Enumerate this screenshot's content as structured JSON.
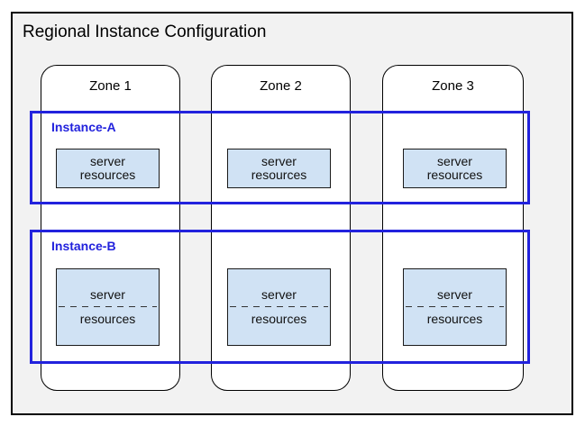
{
  "diagram": {
    "title": "Regional Instance Configuration",
    "zones": [
      {
        "label": "Zone 1"
      },
      {
        "label": "Zone 2"
      },
      {
        "label": "Zone 3"
      }
    ],
    "instances": [
      {
        "label": "Instance-A",
        "servers": [
          {
            "line1": "server",
            "line2": "resources"
          },
          {
            "line1": "server",
            "line2": "resources"
          },
          {
            "line1": "server",
            "line2": "resources"
          }
        ]
      },
      {
        "label": "Instance-B",
        "divided_servers": true,
        "servers": [
          {
            "line1": "server",
            "line2": "resources"
          },
          {
            "line1": "server",
            "line2": "resources"
          },
          {
            "line1": "server",
            "line2": "resources"
          }
        ]
      }
    ],
    "colors": {
      "region_fill": "#f2f2f2",
      "region_border": "#000000",
      "zone_fill": "#ffffff",
      "zone_border": "#000000",
      "instance_border": "#2222dd",
      "instance_label": "#2222dd",
      "server_fill": "#d0e2f4",
      "server_border": "#1a1a1a",
      "title_text": "#000000"
    }
  }
}
